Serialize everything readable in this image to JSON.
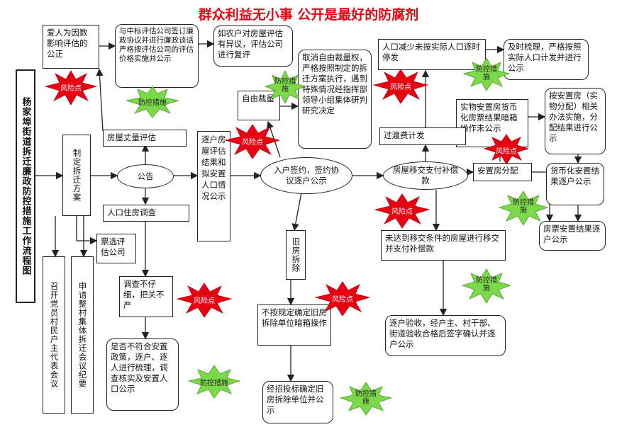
{
  "title": "群众利益无小事  公开是最好的防腐剂",
  "side_title": "杨家埠街道拆迁廉政防控措施工作流程图",
  "nodes": {
    "love_public": "爱人为因数影响评估的公正",
    "bid_sign": "与中标评估公司签订廉政协议并进行廉政谈话严格按评估公司的评估价格实施并公示",
    "farmer_objection": "如农户对房屋评估有异议，评估公司进行复评",
    "cancel_discretion": "取消自由裁量权，严格按照制定的拆迁方案执行，遇到特殊情况经指挥部领导小组集体研判研究决定",
    "pop_reduce": "人口减少未按实际人口逐时停发",
    "timely_sort": "及时梳理，严格按照实际人口计发并进行公示",
    "free_discretion": "自由裁量",
    "in_kind_housing": "实物安置房货币化房票结果暗箱操作未公示",
    "resettle_method": "按安置房（实物分配）相关办法实施，分配结果进行公示",
    "make_plan": "制定拆迁方案",
    "house_survey": "房屋丈量评估",
    "per_house_result": "逐户房屋评估结果和拟安置人口情况公示",
    "transition_fee": "过渡费计发",
    "announcement": "公告",
    "sign_agreement": "入户签约，签约协议逐户公示",
    "house_handover": "房屋移交支付补偿款",
    "housing_allocation": "安置房分配",
    "cash_result": "货币化安置结果逐户公示",
    "pop_survey": "人口住房调查",
    "vote_company": "票选评估公司",
    "old_demolish": "旧房拆除",
    "not_handover": "未达到移交条件的房屋进行移交并支付补偿款",
    "ticket_result": "房票安置结果逐户公示",
    "party_meeting": "召开党员村民户主代表会议",
    "apply_minutes": "申请整村集体拆迁会议纪要",
    "careless_survey": "调查不仔细，把关不严",
    "not_per_rule": "不按规定确定旧房拆除单位暗箱操作",
    "household_check": "逐户验收，经户主、村干部、街道验收合格后签字确认并逐户公示",
    "policy_check": "是否不符合安置政策，逐户、逐人进行梳理，调查核实及安置人口公示",
    "bid_demolish": "经招投标确定旧房拆除单位并公示"
  },
  "labels": {
    "risk": "风险点",
    "control": "防控措施"
  }
}
